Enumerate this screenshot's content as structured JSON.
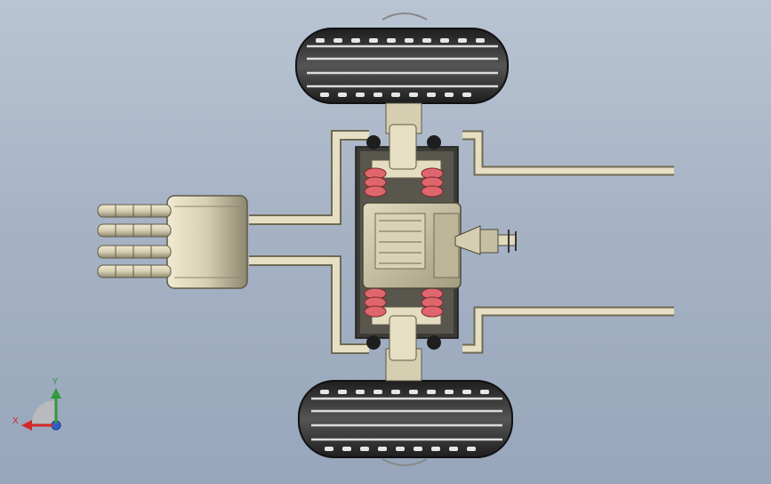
{
  "viewport": {
    "view": "bottom",
    "background": {
      "top": "#b9c4d3",
      "bottom": "#97a6bb"
    }
  },
  "model": {
    "components": [
      "front-tire",
      "rear-tire",
      "axle-frame",
      "engine-block",
      "red-coil-springs",
      "exhaust-pipes",
      "muffler",
      "tailpipes",
      "side-rods",
      "drive-shaft"
    ],
    "colors": {
      "body": "#d6ceb1",
      "body_shade": "#9e977c",
      "tire": "#3a3a3a",
      "tire_tread": "#d8d8d8",
      "spring": "#e0666d",
      "hardware": "#222222"
    }
  },
  "triad": {
    "x_label": "X",
    "y_label": "Y",
    "x_color": "#d22a2a",
    "y_color": "#2f9b3a",
    "z_color": "#2d5fd0"
  }
}
